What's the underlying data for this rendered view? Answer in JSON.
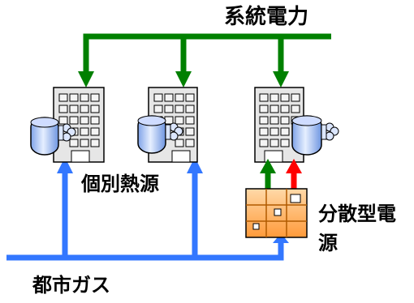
{
  "labels": {
    "grid_power": "系統電力",
    "individual_heat": "個別熱源",
    "distributed_power_line1": "分散型電",
    "distributed_power_line2": "源",
    "city_gas": "都市ガス"
  },
  "colors": {
    "grid_line": "#008000",
    "gas_line": "#3377ff",
    "electric_arrow": "#ff0000",
    "building_fill": "#e6e6e6",
    "building_stroke": "#000000",
    "tank_fill": "#a8c4f4",
    "generator_fill": "#ffc27a"
  },
  "icons": {
    "building": "office-building-icon",
    "tank": "heat-source-tank-icon",
    "generator": "distributed-generator-icon"
  }
}
